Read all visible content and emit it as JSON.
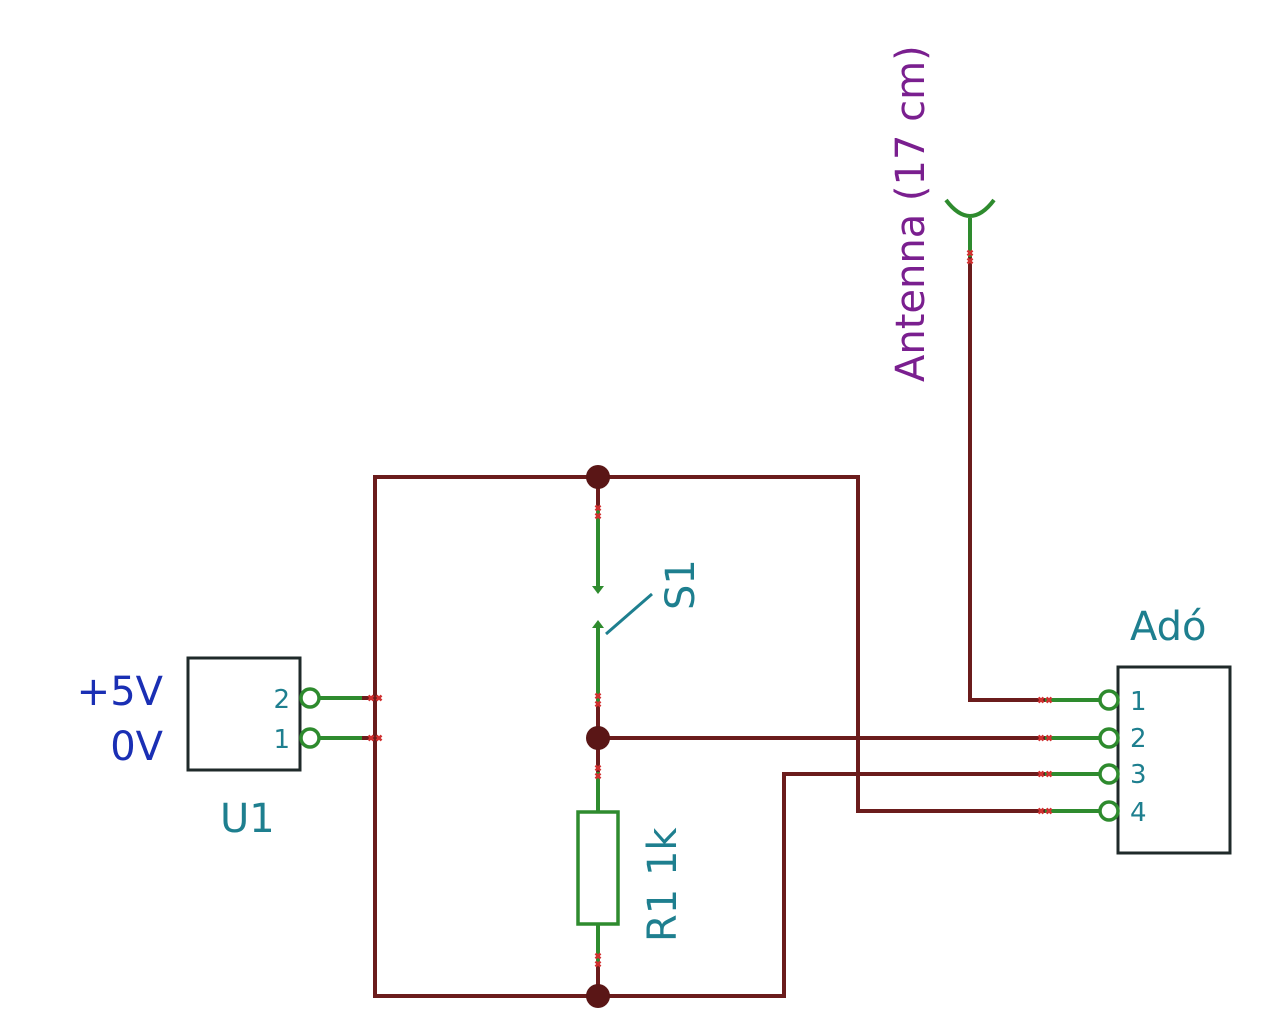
{
  "components": {
    "power_supply": {
      "ref": "U1",
      "pins": [
        {
          "number": "2",
          "net_label": "+5V"
        },
        {
          "number": "1",
          "net_label": "0V"
        }
      ]
    },
    "switch": {
      "ref": "S1"
    },
    "resistor": {
      "ref": "R1",
      "value": "1k",
      "label": "R1 1k"
    },
    "transmitter": {
      "ref": "Adó",
      "pins": [
        "1",
        "2",
        "3",
        "4"
      ]
    },
    "antenna": {
      "label": "Antenna (17 cm)"
    }
  },
  "colors": {
    "wire": "#6b1c1c",
    "lead": "#2e8b2e",
    "terminal": "#d03030",
    "net_label": "#1a2fb4",
    "ref_label": "#1e7f8f",
    "antenna_label": "#7a1f8f"
  }
}
